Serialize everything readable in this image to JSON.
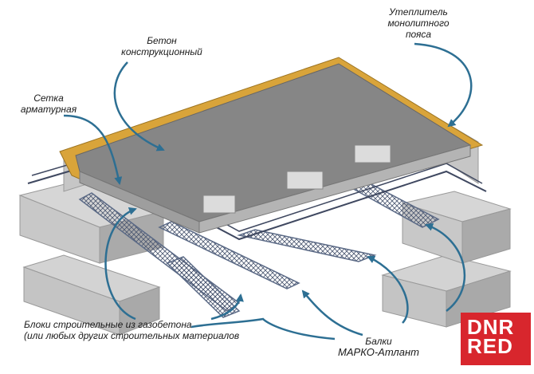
{
  "labels": {
    "concrete": [
      "Бетон",
      "конструкционный"
    ],
    "insulation": [
      "Утеплитель",
      "монолитного",
      "пояса"
    ],
    "mesh": [
      "Сетка",
      "арматурная"
    ],
    "blocks": [
      "Блоки строительные из газобетона",
      "(или любых других строительных материалов"
    ],
    "beams_line1": "Балки",
    "beams_line2": "МАРКО-Атлант"
  },
  "watermark": [
    "DNR",
    "RED"
  ],
  "colors": {
    "slab_top": "#858585",
    "slab_side": "#9a9a9a",
    "insulation": "#d9a43a",
    "block": "#c8c8c8",
    "block_shadow": "#a7a7a7",
    "truss": "#5b6a86",
    "arrow": "#2d6f93",
    "watermark_bg": "#d8262d"
  },
  "icons": [
    "arrow-icon"
  ]
}
